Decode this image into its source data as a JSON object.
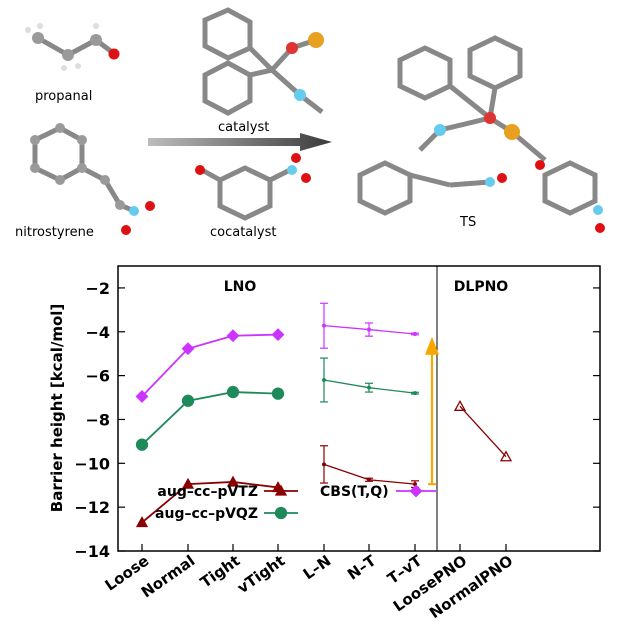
{
  "scheme": {
    "reactant1_label": "propanal",
    "reactant2_label": "nitrostyrene",
    "arrow_label": "catalyst",
    "cocatalyst_label": "cocatalyst",
    "product_label": "TS"
  },
  "chart_data": {
    "type": "line",
    "ylabel": "Barrier height [kcal/mol]",
    "ylim": [
      -14,
      -1
    ],
    "yticks": [
      -2,
      -4,
      -6,
      -8,
      -10,
      -12,
      -14
    ],
    "categories": [
      "Loose",
      "Normal",
      "Tight",
      "vTight",
      "L–N",
      "N–T",
      "T–vT",
      "LoosePNO",
      "NormalPNO"
    ],
    "panel_labels": {
      "lno": "LNO",
      "dlpno": "DLPNO"
    },
    "legend": [
      {
        "label": "aug–cc–pVTZ",
        "series": "tz"
      },
      {
        "label": "aug–cc–pVQZ",
        "series": "qz"
      },
      {
        "label": "CBS(T,Q)",
        "series": "cbs"
      }
    ],
    "colors": {
      "tz": "#8b0000",
      "qz": "#1e8a5a",
      "cbs": "#cc33ff",
      "arrow": "#f5a800",
      "axis": "#000000"
    },
    "series": [
      {
        "id": "tz",
        "marker": "triangle",
        "lno": [
          -12.7,
          -10.95,
          -10.85,
          -11.1
        ],
        "extrap": [
          {
            "v": -10.05,
            "lo": -10.9,
            "hi": -9.2
          },
          {
            "v": -10.75,
            "lo": -10.82,
            "hi": -10.68
          },
          {
            "v": -10.95,
            "lo": -11.1,
            "hi": -10.8
          }
        ],
        "dlpno": [
          -7.4,
          -9.7
        ]
      },
      {
        "id": "qz",
        "marker": "circle",
        "lno": [
          -9.15,
          -7.15,
          -6.75,
          -6.82
        ],
        "extrap": [
          {
            "v": -6.2,
            "lo": -7.2,
            "hi": -5.2
          },
          {
            "v": -6.55,
            "lo": -6.75,
            "hi": -6.35
          },
          {
            "v": -6.8,
            "lo": -6.84,
            "hi": -6.76
          }
        ]
      },
      {
        "id": "cbs",
        "marker": "diamond",
        "lno": [
          -6.95,
          -4.77,
          -4.18,
          -4.13
        ],
        "extrap": [
          {
            "v": -3.72,
            "lo": -4.75,
            "hi": -2.7
          },
          {
            "v": -3.9,
            "lo": -4.2,
            "hi": -3.6
          },
          {
            "v": -4.1,
            "lo": -4.14,
            "hi": -4.06
          }
        ]
      }
    ],
    "arrow_range": [
      -10.95,
      -4.5
    ]
  }
}
